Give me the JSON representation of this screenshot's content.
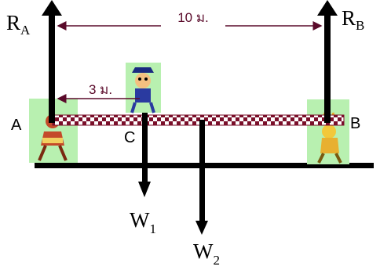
{
  "labels": {
    "ra_main": "R",
    "ra_sub": "A",
    "rb_main": "R",
    "rb_sub": "B",
    "point_a": "A",
    "point_b": "B",
    "point_c": "C",
    "distance_ab": "10 ม.",
    "distance_ac": "3 ม.",
    "w1_main": "W",
    "w1_sub": "1",
    "w2_main": "W",
    "w2_sub": "2"
  },
  "colors": {
    "arrow": "#000000",
    "dimension": "#5a0a2a",
    "plank_check_a": "#7a0f2a",
    "plank_check_b": "#ffffff",
    "figure_bg": "#b8f0b0",
    "ground": "#000000"
  },
  "icons": {
    "left_support": "person-holding-icon",
    "right_support": "person-holding-icon",
    "load": "person-standing-icon"
  }
}
